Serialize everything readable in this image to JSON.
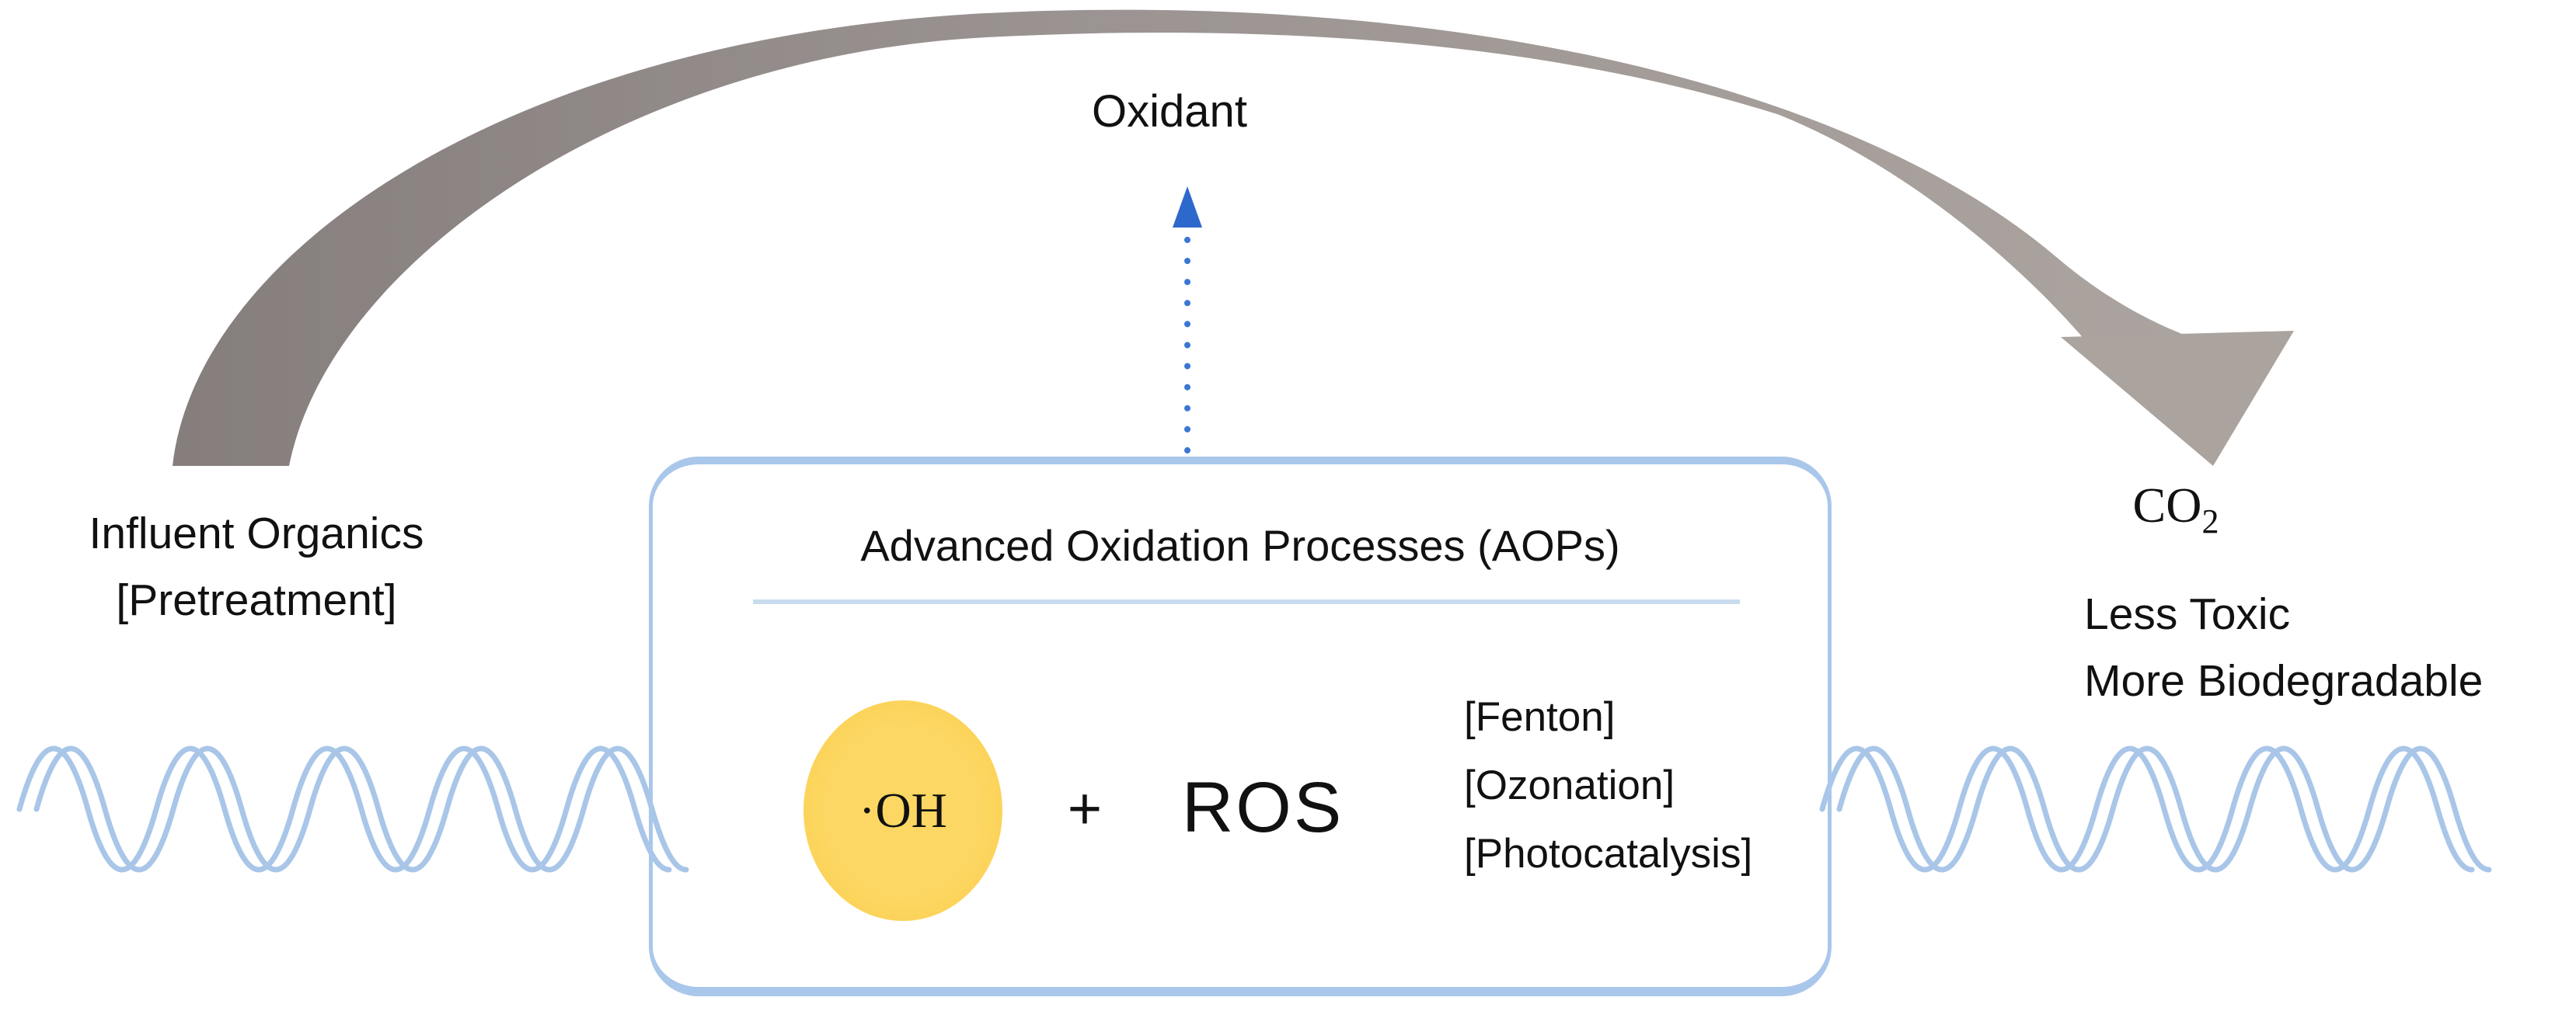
{
  "diagram": {
    "oxidant_label": "Oxidant",
    "influent": {
      "line1": "Influent Organics",
      "line2": "[Pretreatment]"
    },
    "aop_box": {
      "title": "Advanced Oxidation Processes (AOPs)",
      "radical_label": "·OH",
      "plus_sign": "+",
      "ros_label": "ROS",
      "processes": [
        "[Fenton]",
        "[Ozonation]",
        "[Photocatalysis]"
      ]
    },
    "effluent": {
      "co2_base": "CO",
      "co2_subscript": "2",
      "line1": "Less Toxic",
      "line2": "More Biodegradable"
    },
    "colors": {
      "arrow_gray_dark": "#8a827f",
      "arrow_gray_light": "#aca49f",
      "arrowhead_gray": "#aba39e",
      "dotted_arrow_blue": "#3b76d3",
      "dotted_arrowhead_blue": "#2d68cc",
      "box_border_blue": "#a9c7ea",
      "divider_blue": "#c9dbee",
      "wave_blue": "#a9c6e8",
      "circle_yellow": "#fcd152",
      "text_color": "#111111"
    }
  }
}
